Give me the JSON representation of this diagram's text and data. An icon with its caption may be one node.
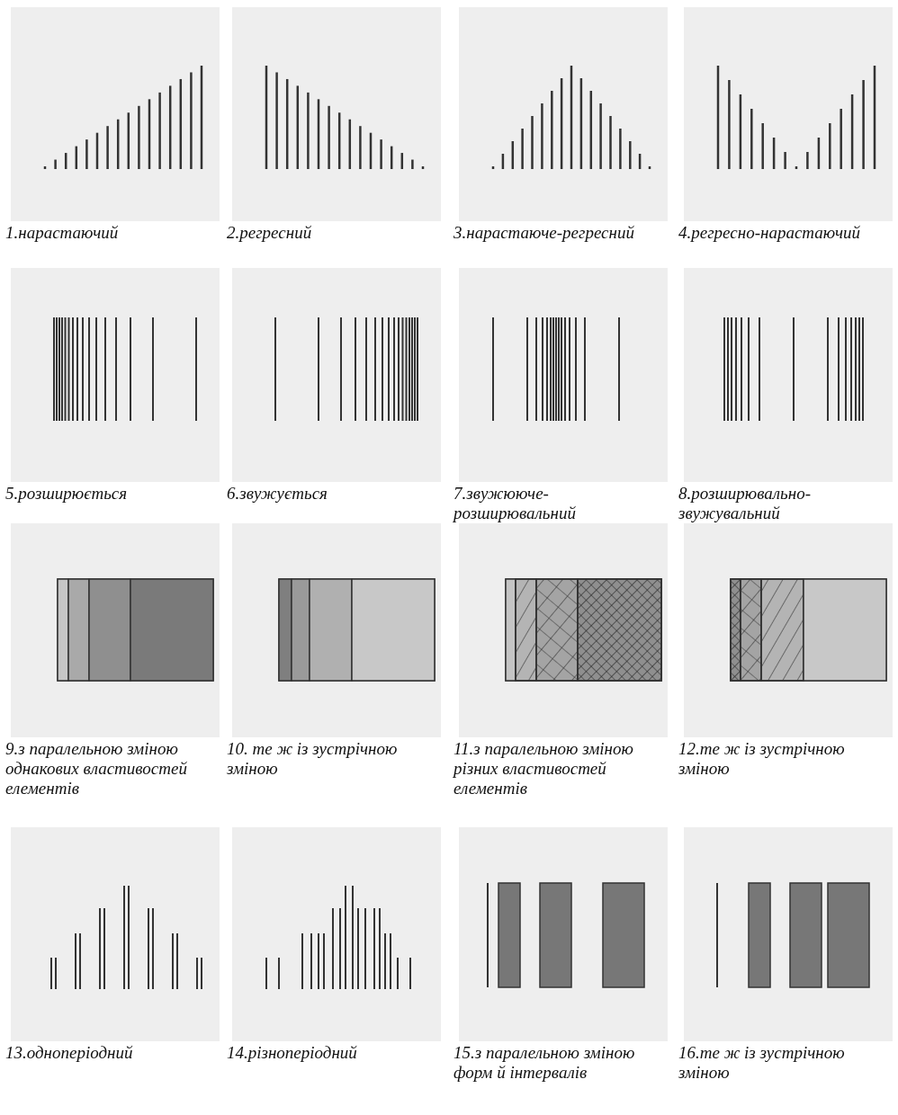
{
  "diagram": {
    "labels": [
      "1.нарастаючий",
      "2.регресний",
      "3.нарастаюче-регресний",
      "4.регресно-нарастаючий",
      "5.розширюється",
      "6.звужується",
      "7.звужююче-розширювальний",
      "8.розширювально-звужувальний",
      "9.з паралельною зміною однакових властивостей елементів",
      "10. те ж із зустрічною зміною",
      "11.з паралельною зміною різних властивостей елементів",
      "12.те ж із зустрічною зміною",
      "13.одноперіодний",
      "14.різноперіодний",
      "15.з паралельною зміною форм й інтервалів",
      "16.те ж із зустрічною зміною"
    ]
  }
}
